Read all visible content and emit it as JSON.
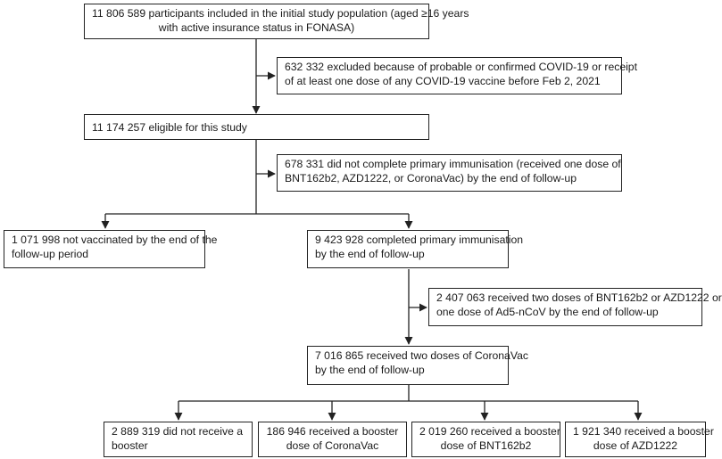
{
  "flowchart": {
    "initial_population": [
      "11 806 589 participants included in the initial study population (aged ≥16 years",
      "with active insurance status in FONASA)"
    ],
    "excluded_covid": [
      "632 332 excluded because of probable or confirmed COVID-19 or receipt",
      "of at least one dose of any COVID-19 vaccine before Feb 2, 2021"
    ],
    "eligible": [
      "11 174 257 eligible for this study"
    ],
    "incomplete_primary": [
      "678 331 did not complete primary immunisation (received one dose of",
      "BNT162b2, AZD1222, or CoronaVac) by the end of follow-up"
    ],
    "not_vaccinated": [
      "1 071 998 not vaccinated by the end of the",
      "follow-up period"
    ],
    "completed_primary": [
      "9 423 928 completed primary immunisation",
      "by the end of follow-up"
    ],
    "other_vaccines": [
      "2 407 063 received two doses of BNT162b2 or AZD1222 or",
      "one dose of Ad5-nCoV by the end of follow-up"
    ],
    "two_doses_coronavac": [
      "7 016 865 received two doses of CoronaVac",
      "by the end of follow-up"
    ],
    "no_booster": [
      "2 889 319 did not receive a",
      "booster"
    ],
    "booster_coronavac": [
      "186 946 received a booster",
      "dose of CoronaVac"
    ],
    "booster_bnt": [
      "2 019 260 received a booster",
      "dose of BNT162b2"
    ],
    "booster_azd": [
      "1 921 340 received a booster",
      "dose of AZD1222"
    ]
  },
  "colors": {
    "line": "#222222",
    "box_border": "#222222",
    "background": "#ffffff"
  }
}
